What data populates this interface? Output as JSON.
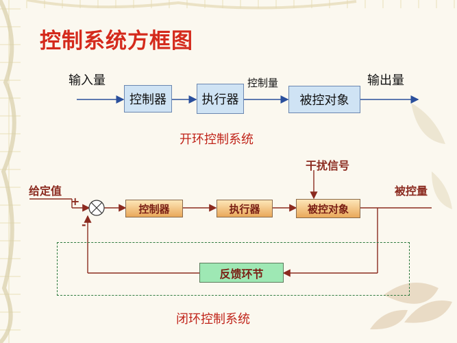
{
  "title": "控制系统方框图",
  "open_loop": {
    "input_label": "输入量",
    "controller": "控制器",
    "actuator": "执行器",
    "control_label": "控制量",
    "plant": "被控对象",
    "output_label": "输出量",
    "caption": "开环控制系统"
  },
  "closed_loop": {
    "setpoint_label": "给定值",
    "plus_sign": "+",
    "minus_sign": "-",
    "disturbance_label": "干扰信号",
    "controller": "控制器",
    "actuator": "执行器",
    "plant": "被控对象",
    "output_label": "被控量",
    "feedback": "反馈环节",
    "caption": "闭环控制系统"
  },
  "colors": {
    "title_red": "#d42a1c",
    "open_arrow_blue": "#2a4f9c",
    "closed_line_brown": "#8b2a1f",
    "dashed_green": "#2d7a3e"
  }
}
